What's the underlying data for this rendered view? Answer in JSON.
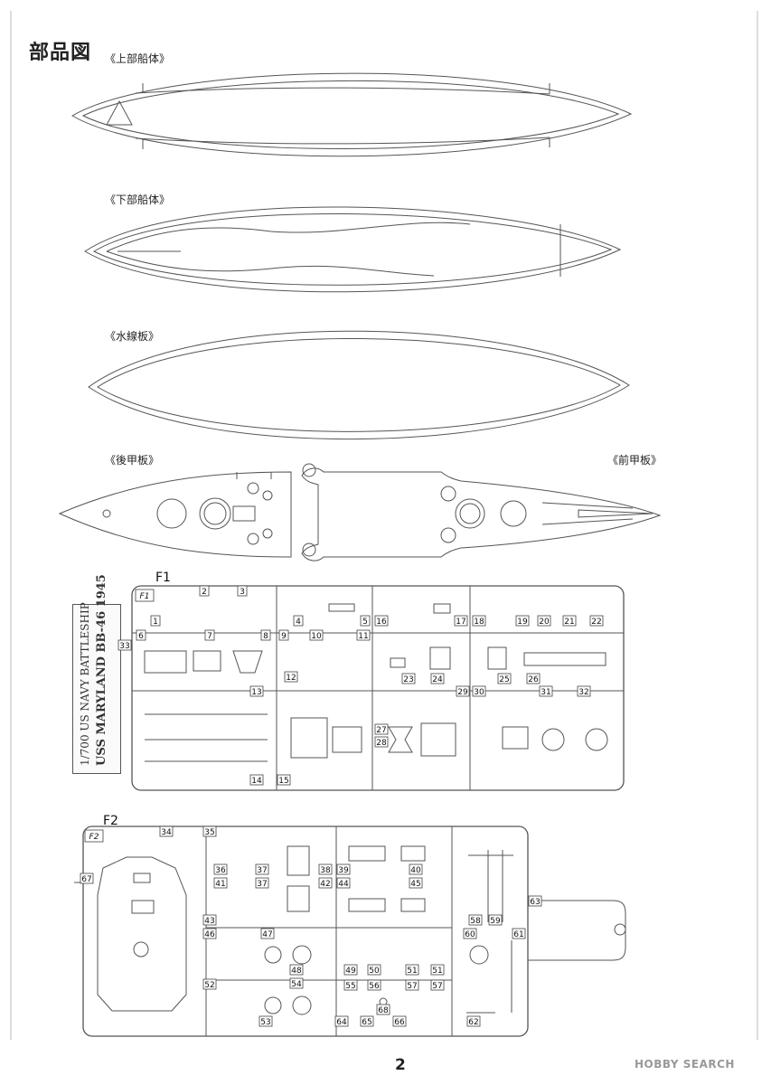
{
  "page_title": "部品図",
  "sections": {
    "upper_hull": "《上部船体》",
    "lower_hull": "《下部船体》",
    "waterline_plate": "《水線板》",
    "rear_deck": "《後甲板》",
    "front_deck": "《前甲板》"
  },
  "sprue_f1": {
    "id": "F1",
    "tag": "F1",
    "ship_name_line1": "1/700 US NAVY BATTLESHIP",
    "ship_name_line2": "USS MARYLAND BB-46 1945",
    "part_numbers": [
      "1",
      "2",
      "3",
      "4",
      "5",
      "6",
      "7",
      "8",
      "9",
      "10",
      "11",
      "12",
      "13",
      "14",
      "15",
      "16",
      "17",
      "18",
      "19",
      "20",
      "21",
      "22",
      "23",
      "24",
      "25",
      "26",
      "27",
      "28",
      "29",
      "30",
      "31",
      "32",
      "33"
    ]
  },
  "sprue_f2": {
    "id": "F2",
    "tag": "F2",
    "part_numbers": [
      "34",
      "35",
      "36",
      "37",
      "37",
      "38",
      "39",
      "40",
      "41",
      "42",
      "44",
      "45",
      "43",
      "46",
      "47",
      "48",
      "49",
      "50",
      "51",
      "51",
      "52",
      "53",
      "54",
      "55",
      "56",
      "57",
      "57",
      "58",
      "59",
      "60",
      "61",
      "62",
      "63",
      "64",
      "65",
      "66",
      "67",
      "68"
    ]
  },
  "page_number": "2",
  "watermark": "HOBBY SEARCH"
}
